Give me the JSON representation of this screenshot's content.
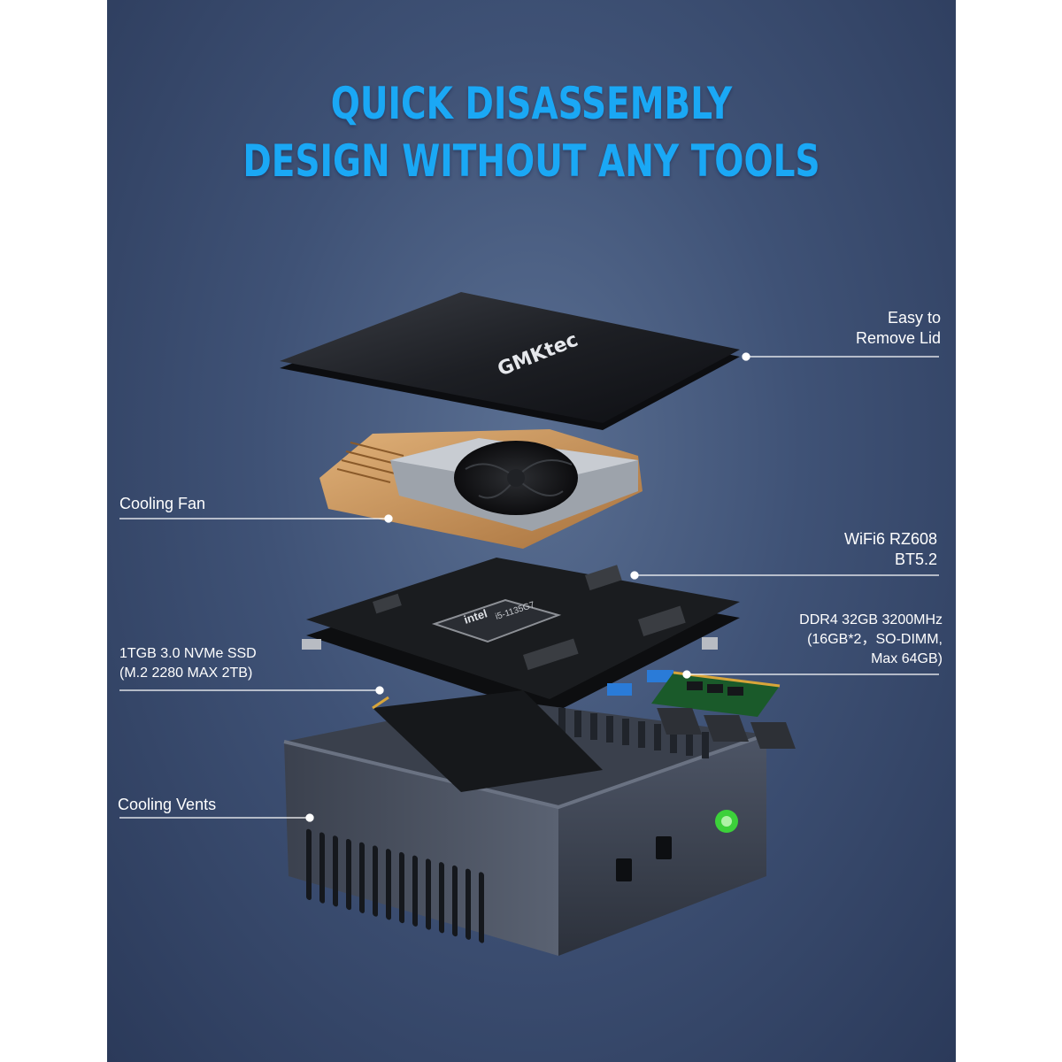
{
  "headline": {
    "line1": "QUICK DISASSEMBLY",
    "line2": "DESIGN WITHOUT ANY TOOLS"
  },
  "brand_on_lid": "GMKtec",
  "chip_marking": {
    "brand": "intel",
    "model": "i5-1135G7"
  },
  "callouts": {
    "lid": {
      "line1": "Easy to",
      "line2": "Remove Lid"
    },
    "fan": {
      "line1": "Cooling Fan"
    },
    "wifi": {
      "line1": "WiFi6 RZ608",
      "line2": "BT5.2"
    },
    "ram": {
      "line1": "DDR4 32GB 3200MHz",
      "line2": "(16GB*2，SO-DIMM,",
      "line3": "Max 64GB)"
    },
    "ssd": {
      "line1": "1TGB 3.0 NVMe SSD",
      "line2": "(M.2 2280 MAX 2TB)"
    },
    "vents": {
      "line1": "Cooling Vents"
    }
  },
  "colors": {
    "headline": "#1aa8f5",
    "background_dark": "#2b3a5a",
    "background_light": "#5a6f92",
    "power_button": "#3cd13a",
    "usb_port": "#2a7bd8"
  }
}
